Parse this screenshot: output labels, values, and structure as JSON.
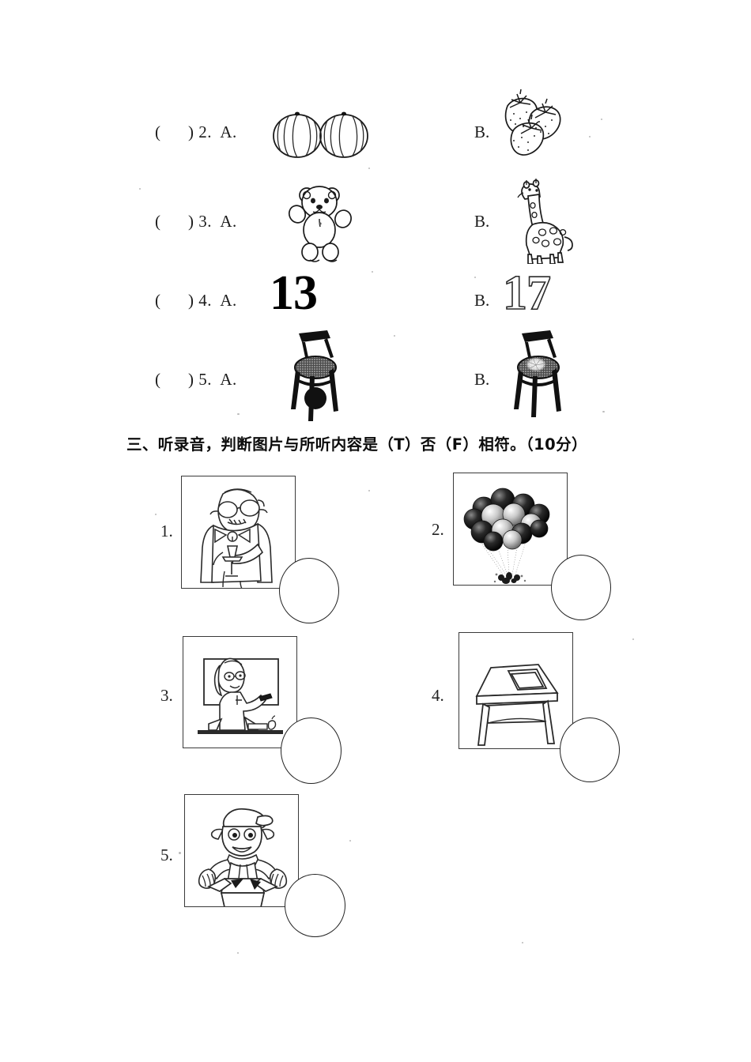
{
  "document": {
    "type": "english-listening-worksheet-page",
    "page_background": "#ffffff",
    "ink_color": "#1a1a1a"
  },
  "multiple_choice": {
    "options_label_a": "A.",
    "options_label_b": "B.",
    "items": [
      {
        "number": "2",
        "stem": "(      ) 2.  A.",
        "option_b_label": "B.",
        "option_a_image": "two-watermelons-picture",
        "option_b_image": "three-strawberries-picture"
      },
      {
        "number": "3",
        "stem": "(      ) 3.  A.",
        "option_b_label": "B.",
        "option_a_image": "teddy-bear-picture",
        "option_b_image": "giraffe-picture"
      },
      {
        "number": "4",
        "stem": "(      ) 4.  A.",
        "option_b_label": "B.",
        "option_a_value": "13",
        "option_b_value": "17",
        "option_a_style": "solid-black-numeral",
        "option_b_style": "hollow-outline-numeral"
      },
      {
        "number": "5",
        "stem": "(      ) 5.  A.",
        "option_b_label": "B.",
        "option_a_image": "chair-with-ball-picture",
        "option_b_image": "chair-picture"
      }
    ]
  },
  "section_three": {
    "heading": "三、听录音，判断图片与所听内容是（T）否（F）相符。（10分）",
    "heading_number": "三、",
    "instruction": "听录音，判断图片与所听内容是（T）否（F）相符。",
    "points": "（10分）",
    "true_label": "T",
    "false_label": "F",
    "items": [
      {
        "number": "1.",
        "image": "old-man-with-glasses-picture",
        "answer": ""
      },
      {
        "number": "2.",
        "image": "bunch-of-balloons-picture",
        "answer": ""
      },
      {
        "number": "3.",
        "image": "teacher-at-blackboard-picture",
        "answer": ""
      },
      {
        "number": "4.",
        "image": "desk-with-book-picture",
        "answer": ""
      },
      {
        "number": "5.",
        "image": "jack-in-the-box-picture",
        "answer": ""
      }
    ]
  }
}
